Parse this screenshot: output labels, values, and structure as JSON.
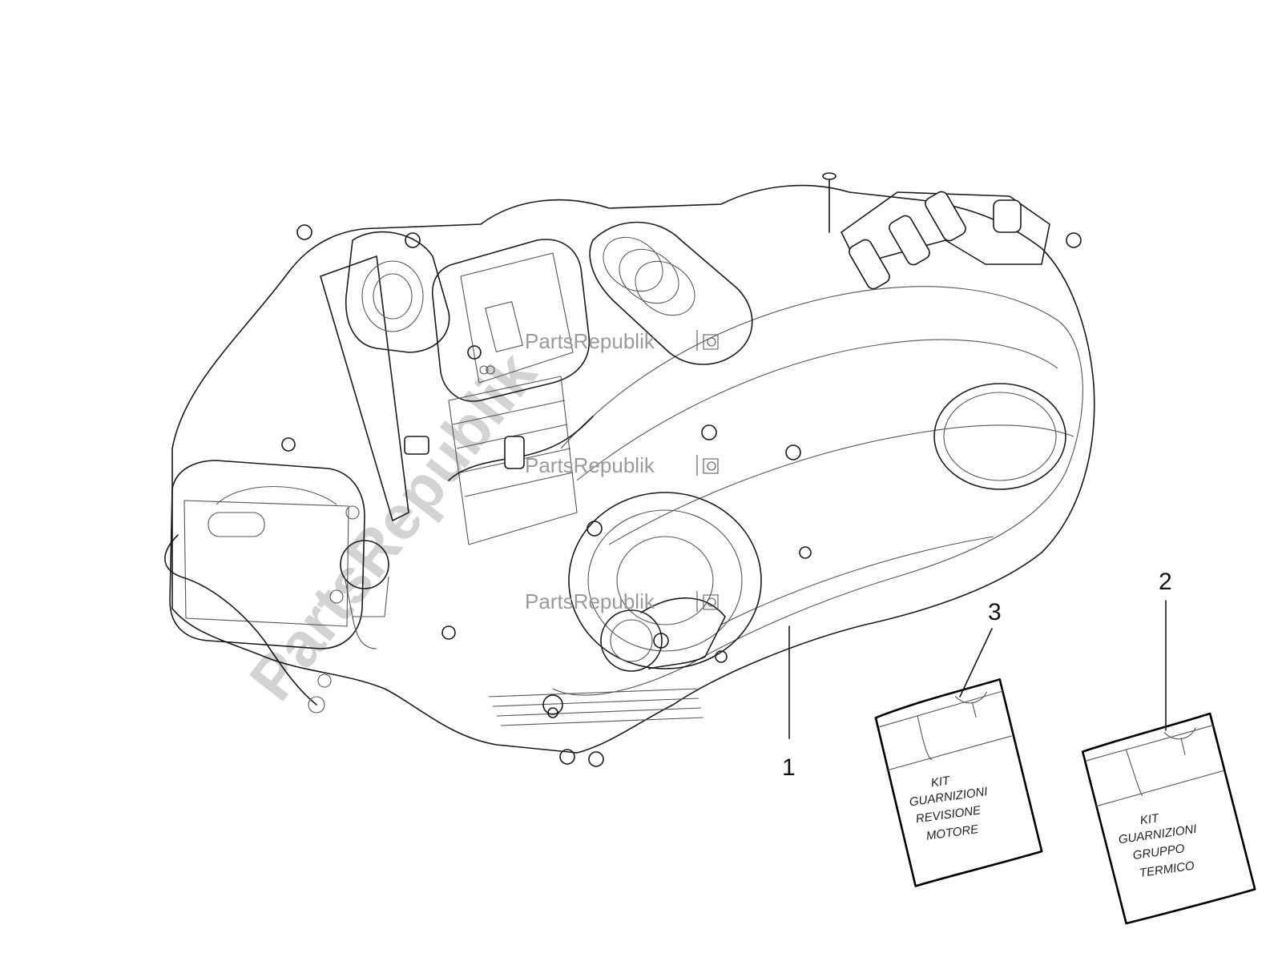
{
  "diagram": {
    "callouts": [
      {
        "id": "1",
        "label": "1"
      },
      {
        "id": "2",
        "label": "2"
      },
      {
        "id": "3",
        "label": "3"
      }
    ],
    "kit_revisione": {
      "lines": [
        "KIT",
        "GUARNIZIONI",
        "REVISIONE",
        "MOTORE"
      ]
    },
    "kit_termico": {
      "lines": [
        "KIT",
        "GUARNIZIONI",
        "GRUPPO",
        "TERMICO"
      ]
    }
  },
  "watermark": {
    "small": "PartsRepublik",
    "large": "PartsRepublik"
  },
  "colors": {
    "line": "#1a1a1a",
    "watermark": "#9a9a9a",
    "background": "#ffffff"
  }
}
